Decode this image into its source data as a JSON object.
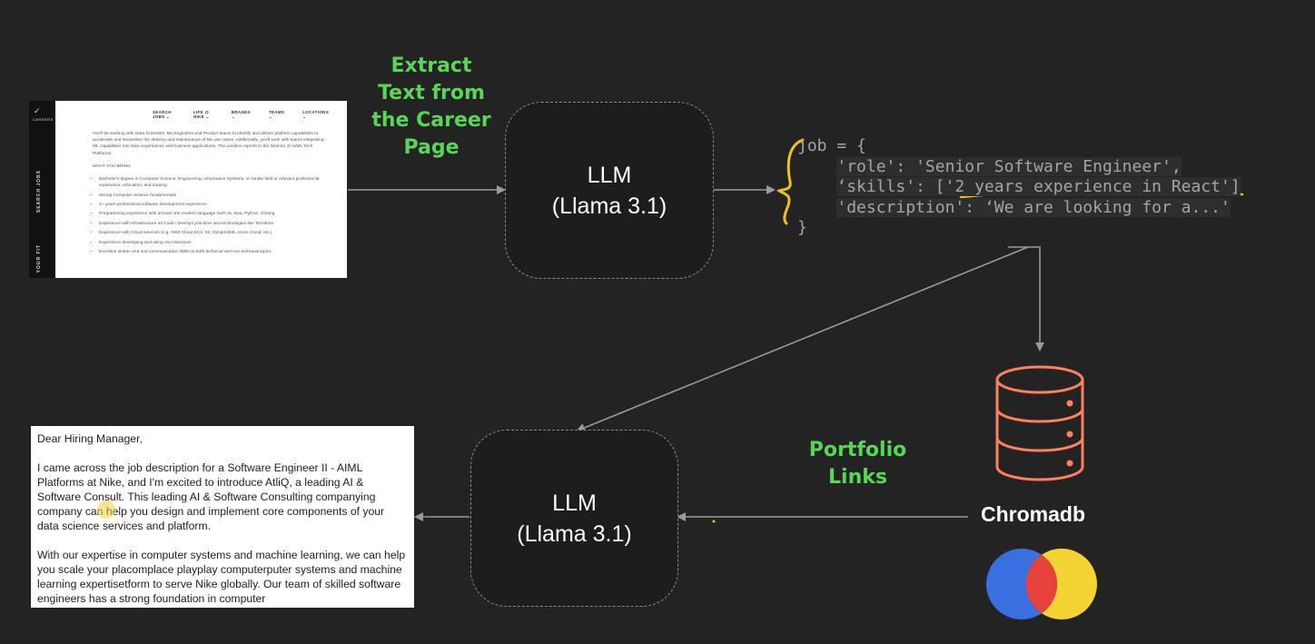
{
  "career_page": {
    "brand": "CAREERS",
    "sidebar_labels": [
      "SEARCH JOBS",
      "YOUR FIT"
    ],
    "nav": [
      "SEARCH JOBS ⌄",
      "LIFE @ NIKE ⌄",
      "BRANDS ⌄",
      "TEAMS ⌄",
      "LOCATIONS ⌄"
    ],
    "intro": "You'll be working with Data Scientists, ML Engineers and Product teams to identify and deliver platform capabilities to accelerate and streamline the delivery and maintenance of ML use cases. Additionally, you'll work with teams integrating ML capabilities into Nike experiences and business applications. This position reports to the Director of AI/ML Tech Platforms.",
    "section_heading": "WHAT YOU BRING",
    "bullets": [
      "Bachelor's degree in Computer Science, Engineering, Information Systems, or similar field or relevant professional experience, education, and training.",
      "Strong Computer Science fundamentals",
      "2+ years professional software development experience",
      "Programming experience with at least one modern language such as Java, Python, Golang",
      "Experience with Infrastructure as Code / DevOps practices and technologies like Terraform",
      "Experience with Cloud services (e.g. AWS Cloud EC2, S3, DynamoDB, Azure Cloud, etc.)",
      "Experience developing and using microservices",
      "Excellent written and oral communication skills on both technical and non-technical topics"
    ]
  },
  "labels": {
    "extract": [
      "Extract",
      "Text from",
      "the Career",
      "Page"
    ],
    "portfolio": [
      "Portfolio",
      "Links"
    ],
    "chromadb": "Chromadb"
  },
  "llm_top": {
    "line1": "LLM",
    "line2": "(Llama 3.1)"
  },
  "llm_bottom": {
    "line1": "LLM",
    "line2": "(Llama 3.1)"
  },
  "code": {
    "line1": "job = {",
    "line2_key": "'role'",
    "line2_val": "'Senior Software Engineer',",
    "line3_key": "‘skills'",
    "line3_val": "['2 years experience in React']",
    "line4_key": "'description'",
    "line4_val": "‘We are looking for a...'",
    "line5": "}"
  },
  "letter": {
    "greeting": "Dear Hiring Manager,",
    "para1": "I came across the job description for a Software Engineer II - AIML Platforms at Nike, and I'm excited to introduce AtliQ, a leading AI & Software Consult. This leading AI & Software Consulting companying company can help you design and implement core components of your data science services and platform.",
    "para2": "With our expertise in computer systems and machine learning, we can help you scale your placomplace playplay computerputer systems and machine learning expertisetform to serve Nike globally. Our team of skilled software engineers has a strong foundation in computer"
  },
  "colors": {
    "background": "#232323",
    "label_green": "#58d656",
    "db_orange": "#ff7f5e",
    "annotation_yellow": "#f2c21b",
    "logo_blue": "#3a6fe0",
    "logo_red": "#e8413a",
    "logo_yellow": "#f3d433"
  }
}
